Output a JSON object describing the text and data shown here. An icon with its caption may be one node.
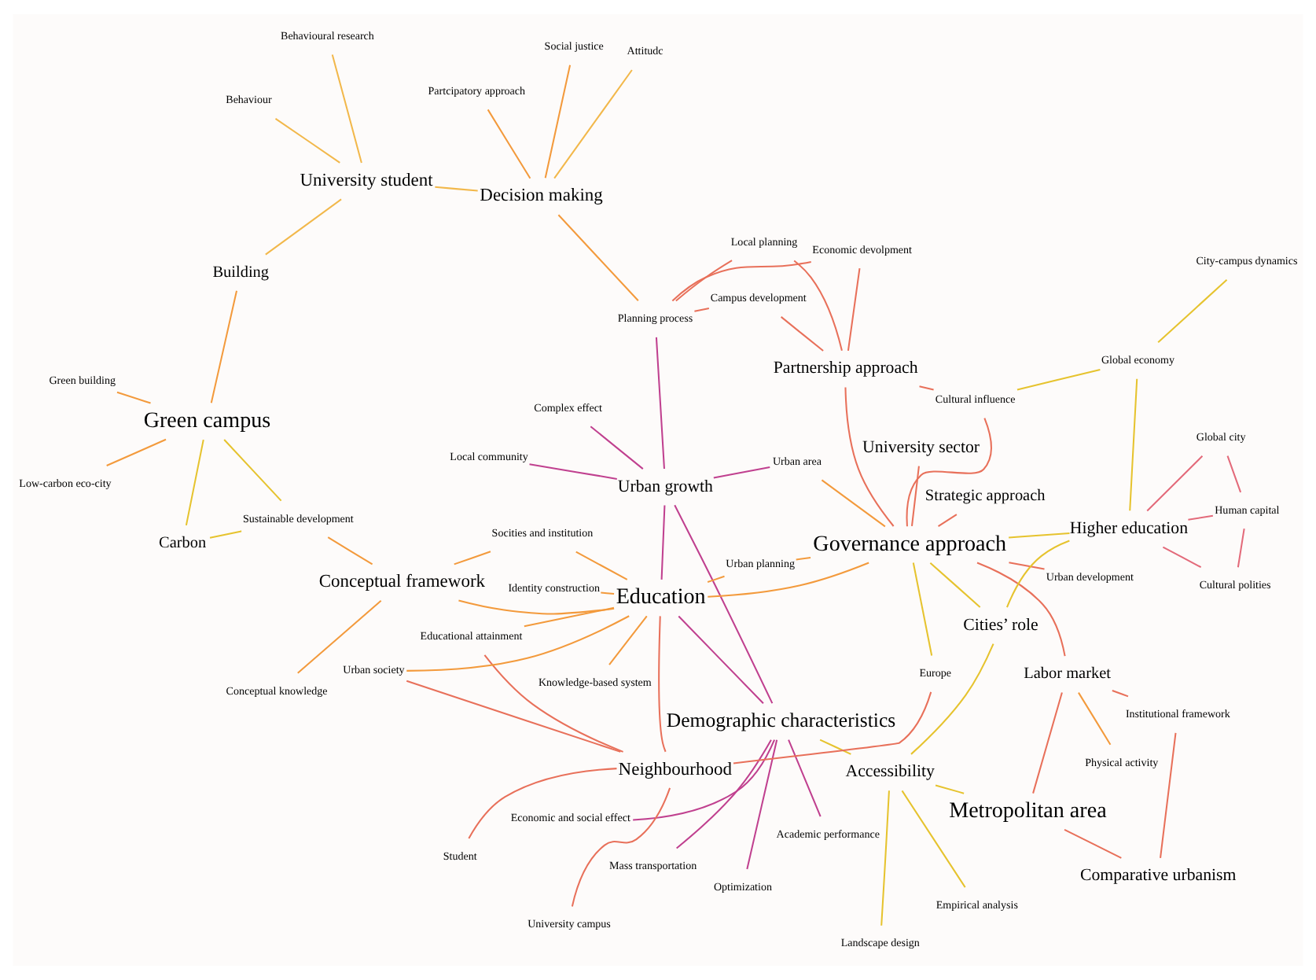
{
  "diagram": {
    "nodes": [
      {
        "text": [
          "Economic and social effect"
        ]
      },
      {
        "text": [
          "Academic performance"
        ]
      },
      {
        "text": [
          "Mass transportation"
        ]
      },
      {
        "text": [
          "Demographic characteristics"
        ]
      },
      {
        "text": [
          "Optimization"
        ]
      },
      {
        "text": [
          "University campus"
        ]
      },
      {
        "text": [
          "Neighbourhood"
        ]
      },
      {
        "text": [
          "Empirical analysis"
        ]
      },
      {
        "text": [
          "Landscape design"
        ]
      },
      {
        "text": [
          "Accessibility"
        ]
      },
      {
        "text": [
          "Educational attainment"
        ]
      },
      {
        "text": [
          "Student"
        ]
      },
      {
        "text": [
          "Knowledge-based system"
        ]
      },
      {
        "text": [
          "Metropolitan area"
        ]
      },
      {
        "text": [
          "Urban society"
        ]
      },
      {
        "text": [
          "Europe"
        ]
      },
      {
        "text": [
          "Socities and institution"
        ]
      },
      {
        "text": [
          "Comparative urbanism"
        ]
      },
      {
        "text": [
          "Identity construction"
        ]
      },
      {
        "text": [
          "Conceptual framework"
        ]
      },
      {
        "text": [
          "Institutional framework"
        ]
      },
      {
        "text": [
          "Education"
        ]
      },
      {
        "text": [
          "Strategic approach"
        ]
      },
      {
        "text": [
          "Conceptual knowledge"
        ]
      },
      {
        "text": [
          "Labor market"
        ]
      },
      {
        "text": [
          "Urban planning"
        ]
      },
      {
        "text": [
          "Sustainable development"
        ]
      },
      {
        "text": [
          "Carbon"
        ]
      },
      {
        "text": [
          "Governance approach"
        ]
      },
      {
        "text": [
          "Physical activity"
        ]
      },
      {
        "text": [
          "Complex effect"
        ]
      },
      {
        "text": [
          "Urban area"
        ]
      },
      {
        "text": [
          "Low-carbon eco-city"
        ]
      },
      {
        "text": [
          "University sector"
        ]
      },
      {
        "text": [
          "Urban development"
        ]
      },
      {
        "text": [
          "Cities’ role"
        ]
      },
      {
        "text": [
          "Green campus"
        ]
      },
      {
        "text": [
          "Cultural influence"
        ]
      },
      {
        "text": [
          "Urban growth"
        ]
      },
      {
        "text": [
          "Green building"
        ]
      },
      {
        "text": [
          "Building"
        ]
      },
      {
        "text": [
          "Higher education"
        ]
      },
      {
        "text": [
          "Partnership approach"
        ]
      },
      {
        "text": [
          "Global economy"
        ]
      },
      {
        "text": [
          "Human capital"
        ]
      },
      {
        "text": [
          "Local community"
        ]
      },
      {
        "text": [
          "Behavioural research"
        ]
      },
      {
        "text": [
          "Economic devolpment"
        ]
      },
      {
        "text": [
          "Cultural polities"
        ]
      },
      {
        "text": [
          "Planning process"
        ]
      },
      {
        "text": [
          "Campus development"
        ]
      },
      {
        "text": [
          "University student"
        ]
      },
      {
        "text": [
          "City-campus dynamics"
        ]
      },
      {
        "text": [
          "Global city"
        ]
      },
      {
        "text": [
          "Behaviour"
        ]
      },
      {
        "text": [
          "Local planning"
        ]
      },
      {
        "text": [
          "Decision making"
        ]
      },
      {
        "text": [
          "Social justice"
        ]
      },
      {
        "text": [
          "Attitudc"
        ]
      },
      {
        "text": [
          "Partcipatory approach"
        ]
      }
    ],
    "edges": [
      {
        "from": 0,
        "to": 3,
        "arrow": "none",
        "color": "#c0408f"
      },
      {
        "from": 1,
        "to": 3,
        "arrow": "none",
        "color": "#c0408f"
      },
      {
        "from": 2,
        "to": 3,
        "arrow": "none",
        "color": "#c0408f"
      },
      {
        "from": 4,
        "to": 3,
        "arrow": "none",
        "color": "#c0408f"
      },
      {
        "from": 3,
        "to": 21,
        "arrow": "none",
        "color": "#c0408f"
      },
      {
        "from": 3,
        "to": 38,
        "arrow": "none",
        "color": "#c0408f"
      },
      {
        "from": 3,
        "to": 9,
        "arrow": "none",
        "color": "#e6c32e"
      },
      {
        "from": 5,
        "to": 6,
        "arrow": "none",
        "color": "#e8705a"
      },
      {
        "from": 11,
        "to": 6,
        "arrow": "none",
        "color": "#e8705a"
      },
      {
        "from": 15,
        "to": 6,
        "arrow": "none",
        "color": "#e8705a"
      },
      {
        "from": 10,
        "to": 6,
        "arrow": "none",
        "color": "#e8705a"
      },
      {
        "from": 14,
        "to": 6,
        "arrow": "none",
        "color": "#e8705a"
      },
      {
        "from": 6,
        "to": 21,
        "arrow": "none",
        "color": "#e8705a"
      },
      {
        "from": 7,
        "to": 9,
        "arrow": "none",
        "color": "#e6c32e"
      },
      {
        "from": 8,
        "to": 9,
        "arrow": "none",
        "color": "#e6c32e"
      },
      {
        "from": 9,
        "to": 13,
        "arrow": "none",
        "color": "#e6c32e"
      },
      {
        "from": 9,
        "to": 35,
        "arrow": "none",
        "color": "#e6c32e"
      },
      {
        "from": 13,
        "to": 17,
        "arrow": "none",
        "color": "#e8705a"
      },
      {
        "from": 17,
        "to": 20,
        "arrow": "none",
        "color": "#e8705a"
      },
      {
        "from": 20,
        "to": 24,
        "arrow": "none",
        "color": "#e8705a"
      },
      {
        "from": 24,
        "to": 29,
        "arrow": "none"
      },
      {
        "from": 13,
        "to": 24,
        "arrow": "none",
        "color": "#e8705a"
      },
      {
        "from": 24,
        "to": 28,
        "arrow": "none",
        "color": "#e8705a"
      },
      {
        "from": 10,
        "to": 21,
        "arrow": "none"
      },
      {
        "from": 12,
        "to": 21,
        "arrow": "none"
      },
      {
        "from": 16,
        "to": 21,
        "arrow": "none"
      },
      {
        "from": 14,
        "to": 21,
        "arrow": "none"
      },
      {
        "from": 18,
        "to": 21,
        "arrow": "none"
      },
      {
        "from": 25,
        "to": 21,
        "arrow": "none"
      },
      {
        "from": 19,
        "to": 21,
        "arrow": "none"
      },
      {
        "from": 23,
        "to": 19,
        "arrow": "none"
      },
      {
        "from": 16,
        "to": 19,
        "arrow": "none"
      },
      {
        "from": 26,
        "to": 19,
        "arrow": "none"
      },
      {
        "from": 21,
        "to": 28,
        "arrow": "none"
      },
      {
        "from": 21,
        "to": 38,
        "arrow": "none",
        "color": "#c0408f"
      },
      {
        "from": 25,
        "to": 28,
        "arrow": "none"
      },
      {
        "from": 27,
        "to": 36,
        "arrow": "none",
        "color": "#e6c32e"
      },
      {
        "from": 32,
        "to": 36,
        "arrow": "none"
      },
      {
        "from": 39,
        "to": 36,
        "arrow": "none"
      },
      {
        "from": 40,
        "to": 36,
        "arrow": "none"
      },
      {
        "from": 26,
        "to": 36,
        "arrow": "none",
        "color": "#e6c32e"
      },
      {
        "from": 26,
        "to": 27,
        "arrow": "none",
        "color": "#e6c32e"
      },
      {
        "from": 40,
        "to": 51,
        "arrow": "none",
        "color": "#f2b84b"
      },
      {
        "from": 30,
        "to": 38,
        "arrow": "none",
        "color": "#c0408f"
      },
      {
        "from": 45,
        "to": 38,
        "arrow": "none",
        "color": "#c0408f"
      },
      {
        "from": 49,
        "to": 38,
        "arrow": "none",
        "color": "#c0408f"
      },
      {
        "from": 31,
        "to": 38,
        "arrow": "none",
        "color": "#c0408f"
      },
      {
        "from": 22,
        "to": 28,
        "arrow": "none",
        "color": "#e8705a"
      },
      {
        "from": 33,
        "to": 28,
        "arrow": "none",
        "color": "#e8705a"
      },
      {
        "from": 34,
        "to": 28,
        "arrow": "none",
        "color": "#e8705a"
      },
      {
        "from": 37,
        "to": 28,
        "arrow": "none",
        "color": "#e8705a"
      },
      {
        "from": 31,
        "to": 28,
        "arrow": "none"
      },
      {
        "from": 42,
        "to": 28,
        "arrow": "none",
        "color": "#e8705a"
      },
      {
        "from": 28,
        "to": 41,
        "arrow": "none",
        "color": "#e6c32e"
      },
      {
        "from": 35,
        "to": 28,
        "arrow": "none",
        "color": "#e6c32e"
      },
      {
        "from": 35,
        "to": 41,
        "arrow": "none",
        "color": "#e6c32e"
      },
      {
        "from": 43,
        "to": 41,
        "arrow": "none",
        "color": "#e6c32e"
      },
      {
        "from": 44,
        "to": 41,
        "arrow": "none",
        "color": "#e36a7a"
      },
      {
        "from": 48,
        "to": 41,
        "arrow": "none",
        "color": "#e36a7a"
      },
      {
        "from": 53,
        "to": 41,
        "arrow": "none",
        "color": "#e36a7a"
      },
      {
        "from": 52,
        "to": 43,
        "arrow": "none",
        "color": "#e6c32e"
      },
      {
        "from": 48,
        "to": 44,
        "arrow": "none",
        "color": "#e36a7a"
      },
      {
        "from": 53,
        "to": 44,
        "arrow": "none",
        "color": "#e36a7a"
      },
      {
        "from": 42,
        "to": 47,
        "arrow": "none",
        "color": "#e8705a"
      },
      {
        "from": 42,
        "to": 50,
        "arrow": "none",
        "color": "#e8705a"
      },
      {
        "from": 42,
        "to": 55,
        "arrow": "none",
        "color": "#e8705a"
      },
      {
        "from": 37,
        "to": 42,
        "arrow": "none",
        "color": "#e8705a"
      },
      {
        "from": 37,
        "to": 43,
        "arrow": "none",
        "color": "#e6c32e"
      },
      {
        "from": 47,
        "to": 49,
        "arrow": "none",
        "color": "#e8705a"
      },
      {
        "from": 50,
        "to": 49,
        "arrow": "none",
        "color": "#e8705a"
      },
      {
        "from": 55,
        "to": 49,
        "arrow": "none",
        "color": "#e8705a"
      },
      {
        "from": 46,
        "to": 51,
        "arrow": "none",
        "color": "#f2b84b"
      },
      {
        "from": 54,
        "to": 51,
        "arrow": "none",
        "color": "#f2b84b"
      },
      {
        "from": 51,
        "to": 56,
        "arrow": "none",
        "color": "#f2b84b"
      },
      {
        "from": 49,
        "to": 56,
        "arrow": "none"
      },
      {
        "from": 57,
        "to": 56,
        "arrow": "none"
      },
      {
        "from": 58,
        "to": 56,
        "arrow": "none",
        "color": "#f2b84b"
      },
      {
        "from": 59,
        "to": 56,
        "arrow": "none"
      },
      {
        "from": 15,
        "to": 28,
        "arrow": "none",
        "color": "#e6c32e"
      }
    ]
  }
}
